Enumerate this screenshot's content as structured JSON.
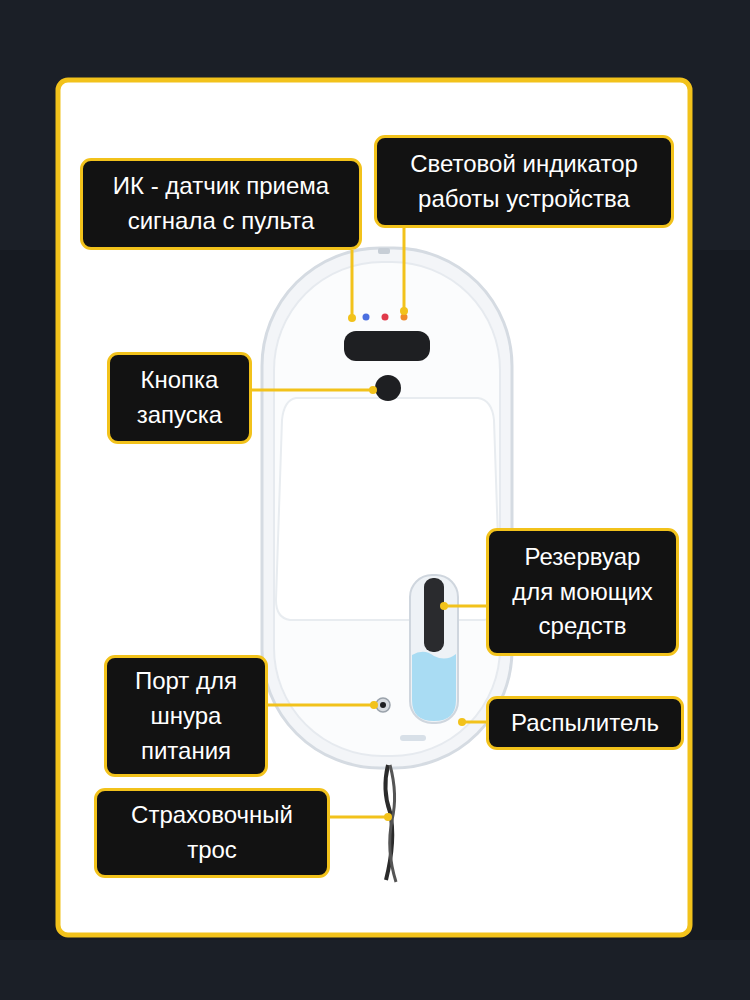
{
  "diagram": {
    "nodes": [
      {
        "text": [
          "ИК - датчик приема сигнала с пульта"
        ]
      },
      {
        "text": [
          "Световой индикатор работы устройства"
        ]
      },
      {
        "text": [
          "Кнопка запуска"
        ]
      },
      {
        "text": [
          "Резервуар для моющих средств"
        ]
      },
      {
        "text": [
          "Порт для шнура питания"
        ]
      },
      {
        "text": [
          "Распылитель"
        ]
      },
      {
        "text": [
          "Страховочный трос"
        ]
      }
    ]
  }
}
